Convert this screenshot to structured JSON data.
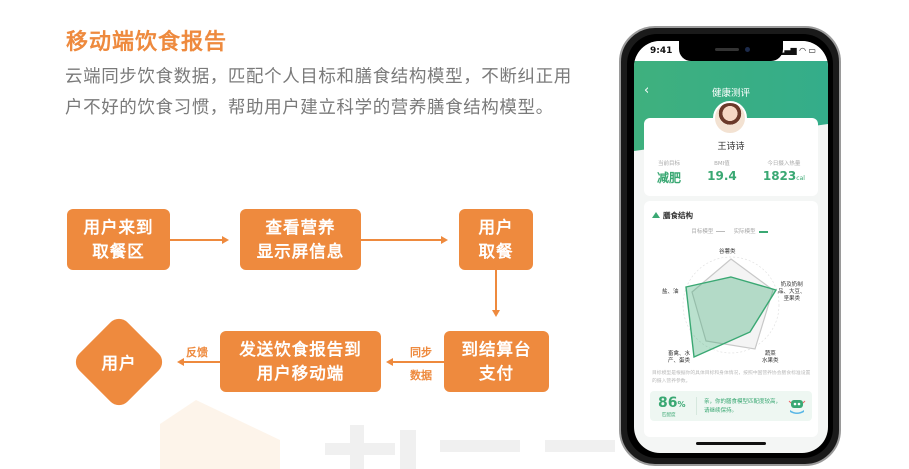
{
  "page": {
    "title": "移动端饮食报告",
    "description": "云端同步饮食数据，匹配个人目标和膳食结构模型，不断纠正用户不好的饮食习惯，帮助用户建立科学的营养膳食结构模型。"
  },
  "flow": {
    "nodes": [
      {
        "id": "n1",
        "label_line1": "用户来到",
        "label_line2": "取餐区"
      },
      {
        "id": "n2",
        "label_line1": "查看营养",
        "label_line2": "显示屏信息"
      },
      {
        "id": "n3",
        "label_line1": "用户",
        "label_line2": "取餐"
      },
      {
        "id": "n4",
        "label_line1": "到结算台",
        "label_line2": "支付"
      },
      {
        "id": "n5",
        "label_line1": "发送饮食报告到",
        "label_line2": "用户移动端"
      },
      {
        "id": "n6",
        "label": "用户"
      }
    ],
    "edges": [
      {
        "from": "n4",
        "to": "n5",
        "label_line1": "同步",
        "label_line2": "数据"
      },
      {
        "from": "n5",
        "to": "n6",
        "label": "反馈"
      }
    ],
    "accent_color": "#ee8a3e"
  },
  "phone": {
    "status_time": "9:41",
    "status_icons": "signal wifi battery",
    "header": {
      "back_icon": "‹",
      "title": "健康测评"
    },
    "user": {
      "name": "王诗诗"
    },
    "stats": [
      {
        "label": "当前目标",
        "value": "减肥",
        "unit": ""
      },
      {
        "label": "BMI值",
        "value": "19.4",
        "unit": ""
      },
      {
        "label": "今日摄入热量",
        "value": "1823",
        "unit": "cal"
      }
    ],
    "diet_section": {
      "title": "膳食结构",
      "legend": [
        {
          "label": "目标模型",
          "color": "#bbbbbb"
        },
        {
          "label": "实际模型",
          "color": "#3aa873"
        }
      ],
      "axes": [
        "谷薯类",
        "奶及奶制品、大豆、坚果类",
        "蔬菜水果类",
        "畜禽、水产、蛋类",
        "盐、油"
      ],
      "axis_labels_display": {
        "a0": "谷薯类",
        "a1_l1": "奶及奶制",
        "a1_l2": "品、大豆、",
        "a1_l3": "坚果类",
        "a2_l1": "蔬菜",
        "a2_l2": "水果类",
        "a3_l1": "畜禽、水",
        "a3_l2": "产、蛋类",
        "a4": "盐、油"
      },
      "note": "目标模型是根据你的具体目标和身体情况，按照中国营养协会膳食标准设置的摄入营养参数。",
      "match": {
        "percent": "86",
        "percent_sign": "%",
        "label": "匹配度",
        "message": "亲，你的膳食模型匹配度较高，请继续保持。"
      }
    },
    "colors": {
      "primary": "#3aa873",
      "header": "#3fb07e"
    }
  }
}
